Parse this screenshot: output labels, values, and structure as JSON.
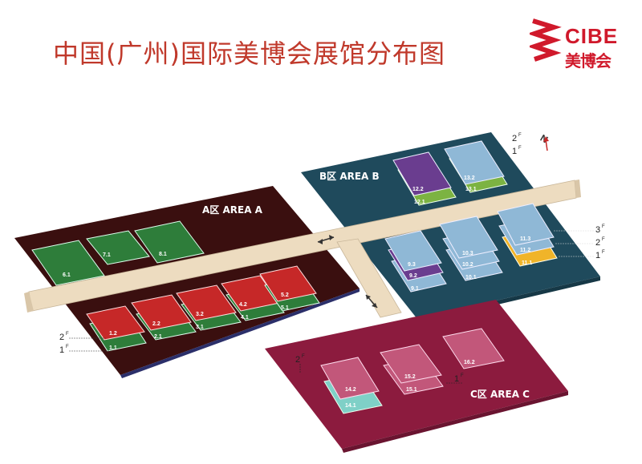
{
  "title": "中国(广州)国际美博会展馆分布图",
  "logo": {
    "en": "CIBE",
    "cn": "美博会"
  },
  "north": "N",
  "areas": {
    "a": {
      "label": "A区 AREA A",
      "color": "#3a0f0f"
    },
    "b": {
      "label": "B区 AREA B",
      "color": "#1f4a5c"
    },
    "c": {
      "label": "C区 AREA C",
      "color": "#8c1b3e"
    }
  },
  "floors": {
    "f1": "1",
    "f2": "2",
    "f3": "3",
    "sup": "F"
  },
  "halls": {
    "h6_1": "6.1",
    "h7_1": "7.1",
    "h8_1": "8.1",
    "h1_2": "1.2",
    "h1_1": "1.1",
    "h2_2": "2.2",
    "h2_1": "2.1",
    "h3_2": "3.2",
    "h3_1": "3.1",
    "h4_2": "4.2",
    "h4_1": "4.1",
    "h5_2": "5.2",
    "h5_1": "5.1",
    "h12_2": "12.2",
    "h12_1": "12.1",
    "h13_2": "13.2",
    "h13_1": "13.1",
    "h9_3": "9.3",
    "h9_2": "9.2",
    "h9_1": "9.1",
    "h10_3": "10.3",
    "h10_2": "10.2",
    "h10_1": "10.1",
    "h11_3": "11.3",
    "h11_2": "11.2",
    "h11_1": "11.1",
    "h14_2": "14.2",
    "h14_1": "14.1",
    "h15_2": "15.2",
    "h15_1": "15.1",
    "h16_2": "16.2"
  },
  "colors": {
    "green": "#2e7d3a",
    "red": "#c62828",
    "purple": "#6a3d8f",
    "lightgreen": "#7cb342",
    "lightblue": "#8fb8d6",
    "yellow": "#f0b429",
    "pink": "#c2577a",
    "teal": "#7fd0c7",
    "corridor": "#eddcc0"
  }
}
